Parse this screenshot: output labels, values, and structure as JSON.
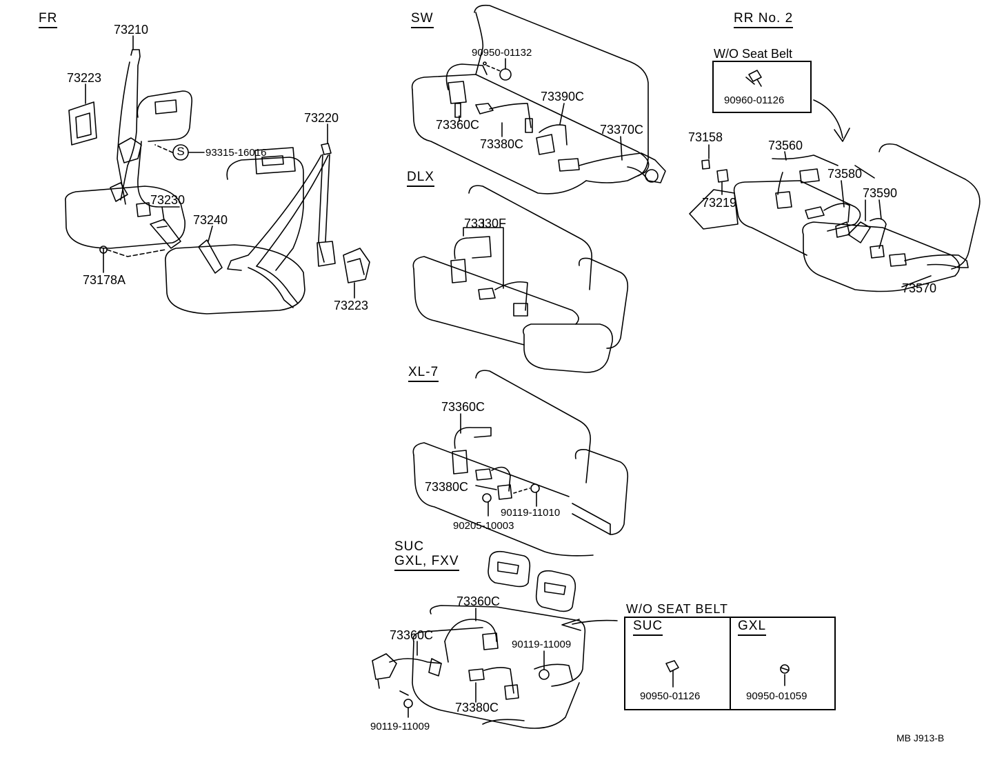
{
  "sections": {
    "fr": "FR",
    "sw": "SW",
    "rr": "RR No. 2",
    "dlx": "DLX",
    "xl7": "XL-7",
    "suc_line1": "SUC",
    "suc_line2": "GXL, FXV"
  },
  "fr_parts": {
    "p73210": "73210",
    "p73223a": "73223",
    "p93315": "93315-16016",
    "p73220": "73220",
    "p73230": "73230",
    "p73240": "73240",
    "p73178a": "73178A",
    "p73223b": "73223",
    "s_mark": "S"
  },
  "sw_parts": {
    "p90950_01132": "90950-01132",
    "p73390c": "73390C",
    "p73360c": "73360C",
    "p73380c": "73380C",
    "p73370c": "73370C"
  },
  "rr_parts": {
    "wo_title": "W/O Seat Belt",
    "p90960": "90960-01126",
    "p73158": "73158",
    "p73560": "73560",
    "p73580": "73580",
    "p73590": "73590",
    "p73219": "73219",
    "p73570": "73570"
  },
  "dlx_parts": {
    "p73330f": "73330F"
  },
  "xl7_parts": {
    "p73360c": "73360C",
    "p73380c": "73380C",
    "p90119_11010": "90119-11010",
    "p90205": "90205-10003"
  },
  "suc_parts": {
    "p73360c_top": "73360C",
    "p73360c_left": "73360C",
    "p90119_right": "90119-11009",
    "p73380c": "73380C",
    "p90119_bottom": "90119-11009"
  },
  "wo_box": {
    "title": "W/O SEAT BELT",
    "left_header": "SUC",
    "right_header": "GXL",
    "left_part": "90950-01126",
    "right_part": "90950-01059"
  },
  "footer_code": "MB  J913-B"
}
